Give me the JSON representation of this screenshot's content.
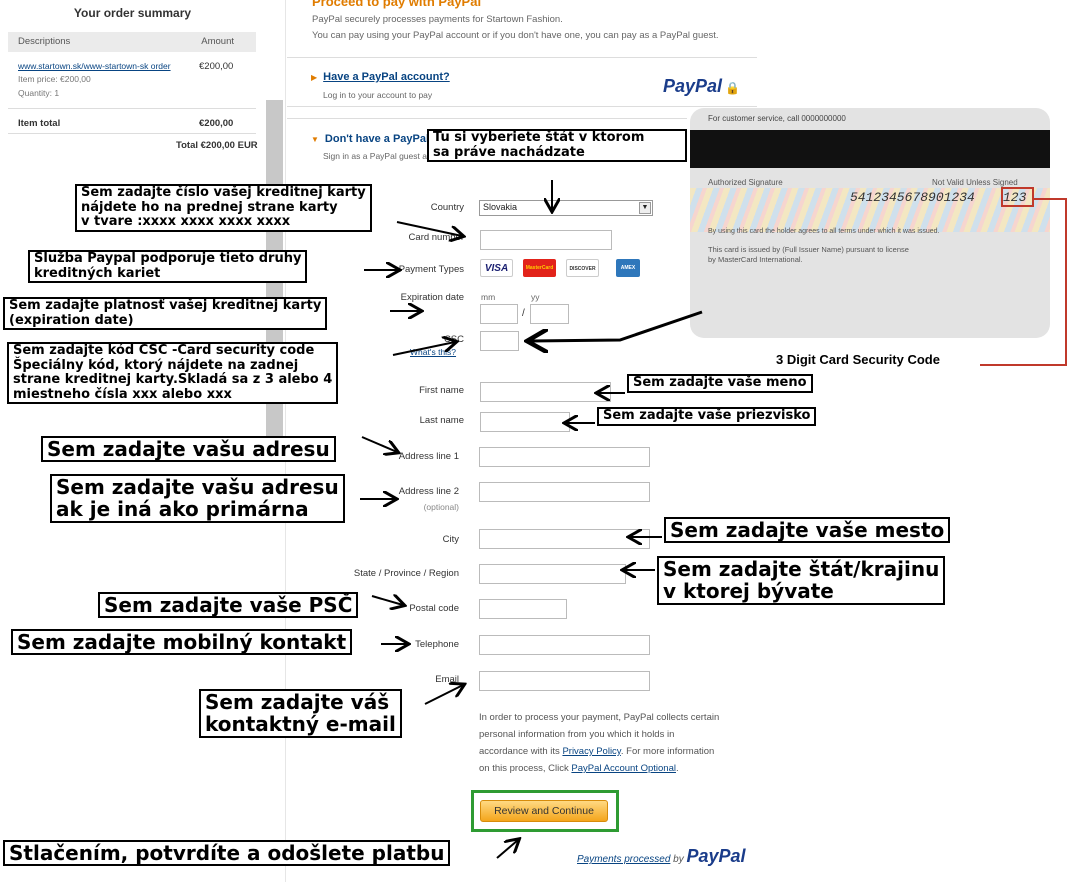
{
  "summary": {
    "title": "Your order summary",
    "col_desc": "Descriptions",
    "col_amount": "Amount",
    "item_link": "www.startown.sk/www-startown-sk order",
    "item_amount": "€200,00",
    "item_price": "Item price: €200,00",
    "quantity": "Quantity: 1",
    "item_total_label": "Item total",
    "item_total": "€200,00",
    "total": "Total €200,00 EUR"
  },
  "header": {
    "title": "Proceed to pay with PayPal",
    "line1": "PayPal securely processes payments for Startown Fashion.",
    "line2": "You can pay using your PayPal account or if you don't have one, you can pay as a PayPal guest."
  },
  "have_account": {
    "title": "Have a PayPal account?",
    "subtitle": "Log in to your account to pay",
    "logo": "PayPal"
  },
  "no_account": {
    "title": "Don't have a PayPal account?",
    "subtitle": "Sign in as a PayPal guest and pay with your debit/credit card"
  },
  "form": {
    "country_label": "Country",
    "country_value": "Slovakia",
    "card_number_label": "Card number",
    "payment_types_label": "Payment Types",
    "cards": [
      "VISA",
      "MasterCard",
      "DISCOVER",
      "AMEX"
    ],
    "expiration_label": "Expiration date",
    "mm": "mm",
    "yy": "yy",
    "slash": "/",
    "csc_label": "CSC",
    "csc_help": "What's this?",
    "first_name_label": "First name",
    "last_name_label": "Last name",
    "address1_label": "Address line 1",
    "address2_label": "Address line 2",
    "optional": "(optional)",
    "city_label": "City",
    "state_label": "State / Province / Region",
    "postal_label": "Postal code",
    "telephone_label": "Telephone",
    "email_label": "Email",
    "info1": "In order to process your payment, PayPal collects certain",
    "info2": "personal information from you which it holds in",
    "info3_pre": "accordance with its ",
    "privacy_link": "Privacy Policy",
    "info3_post": ". For more information",
    "info4_pre": "on this process, Click ",
    "account_optional_link": "PayPal Account Optional",
    "info4_post": ".",
    "submit": "Review and Continue",
    "processed": "Payments processed",
    "processed_by": "by",
    "processed_logo": "PayPal"
  },
  "card_back": {
    "service": "For customer service, call 0000000000",
    "authorized": "Authorized Signature",
    "not_valid": "Not Valid Unless Signed",
    "number": "5412345678901234",
    "cvv": "123",
    "agree": "By using this card the holder agrees to all terms under which it was issued.",
    "issued1": "This card is issued by (Full Issuer Name) pursuant to license",
    "issued2": "by MasterCard International.",
    "security_label": "3 Digit Card Security Code"
  },
  "callouts": {
    "country": [
      "Tu si vyberiete štát v ktorom",
      "sa práve nachádzate"
    ],
    "card_number": [
      "Sem zadajte číslo vašej kreditnej karty",
      "nájdete ho na prednej strane karty",
      "v tvare :xxxx xxxx xxxx xxxx"
    ],
    "payment_types": [
      "Služba Paypal podporuje tieto druhy",
      "kreditných kariet"
    ],
    "expiration": [
      "Sem zadajte platnosť vašej kreditnej karty",
      "(expiration date)"
    ],
    "csc": [
      "Sem zadajte kód CSC -Card security code",
      "Špeciálny kód, ktorý nájdete na zadnej",
      "strane kreditnej karty.Skladá sa z 3 alebo 4",
      "miestneho čísla xxx alebo xxx"
    ],
    "first_name": "Sem zadajte vaše meno",
    "last_name": "Sem zadajte vaše priezvisko",
    "address1": "Sem zadajte vašu adresu",
    "address2": [
      "Sem zadajte vašu adresu",
      "ak je iná ako primárna"
    ],
    "city": "Sem zadajte vaše mesto",
    "state": [
      "Sem zadajte štát/krajinu",
      "v ktorej bývate"
    ],
    "postal": "Sem zadajte vaše PSČ",
    "telephone": "Sem zadajte mobilný kontakt",
    "email": [
      "Sem zadajte váš",
      "kontaktný e-mail"
    ],
    "submit": "Stlačením, potvrdíte a odošlete platbu"
  }
}
